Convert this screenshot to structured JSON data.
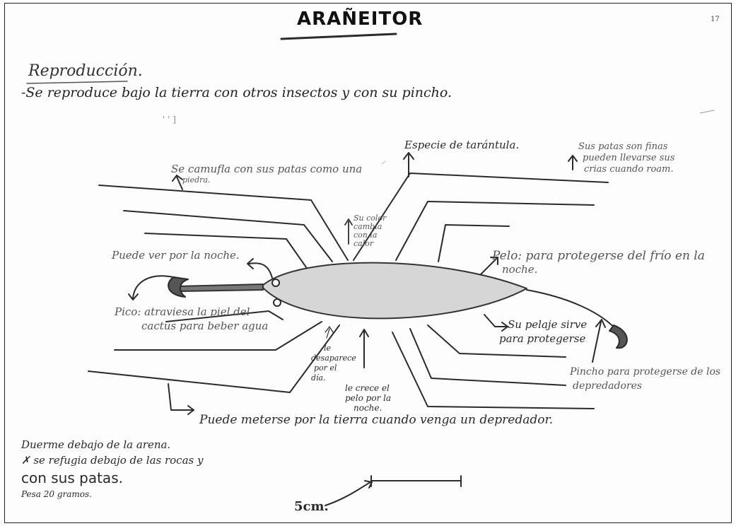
{
  "title": "ARAÑEITOR",
  "page_number": "17",
  "section_heading": "Reproducción.",
  "reproduction_text": "-Se reproduce bajo la tierra con otros insectos y con su pincho.",
  "stray_mark": "' ' ]",
  "labels": {
    "camouflage_line1": "Se camufla con sus patas como una",
    "camouflage_line2": "piedra.",
    "species": "Especie de tarántula.",
    "legs_line1": "Sus patas son finas",
    "legs_line2": "pueden llevarse sus",
    "legs_line3": "crias cuando roam.",
    "color_line1": "Su color",
    "color_line2": "cambia",
    "color_line3": "con la",
    "color_line4": "calor",
    "night_vision": "Puede ver por la noche.",
    "hair": "Pelo: para protegerse del frío en la",
    "hair_line2": "noche.",
    "spike_water_line1": "Pico: atraviesa la piel del",
    "spike_water_line2": "cactus para beber agua",
    "fur": "Su pelaje sirve",
    "fur_line2": "para protegerse",
    "disappears_line1": "le",
    "disappears_line2": "desaparece",
    "disappears_line3": "por el",
    "disappears_line4": "día.",
    "grows_line1": "le crece el",
    "grows_line2": "pelo por la",
    "grows_line3": "noche.",
    "spike_defense_line1": "Pincho para protegerse de los",
    "spike_defense_line2": "depredadores",
    "burrow": "Puede meterse por la tierra cuando venga un depredador."
  },
  "notes": {
    "line1": "Duerme debajo de la arena.",
    "line2": "✗ se refugia debajo de las rocas y",
    "line3": "con sus patas.",
    "line4": "Pesa 20 gramos."
  },
  "scale_label": "5cm."
}
